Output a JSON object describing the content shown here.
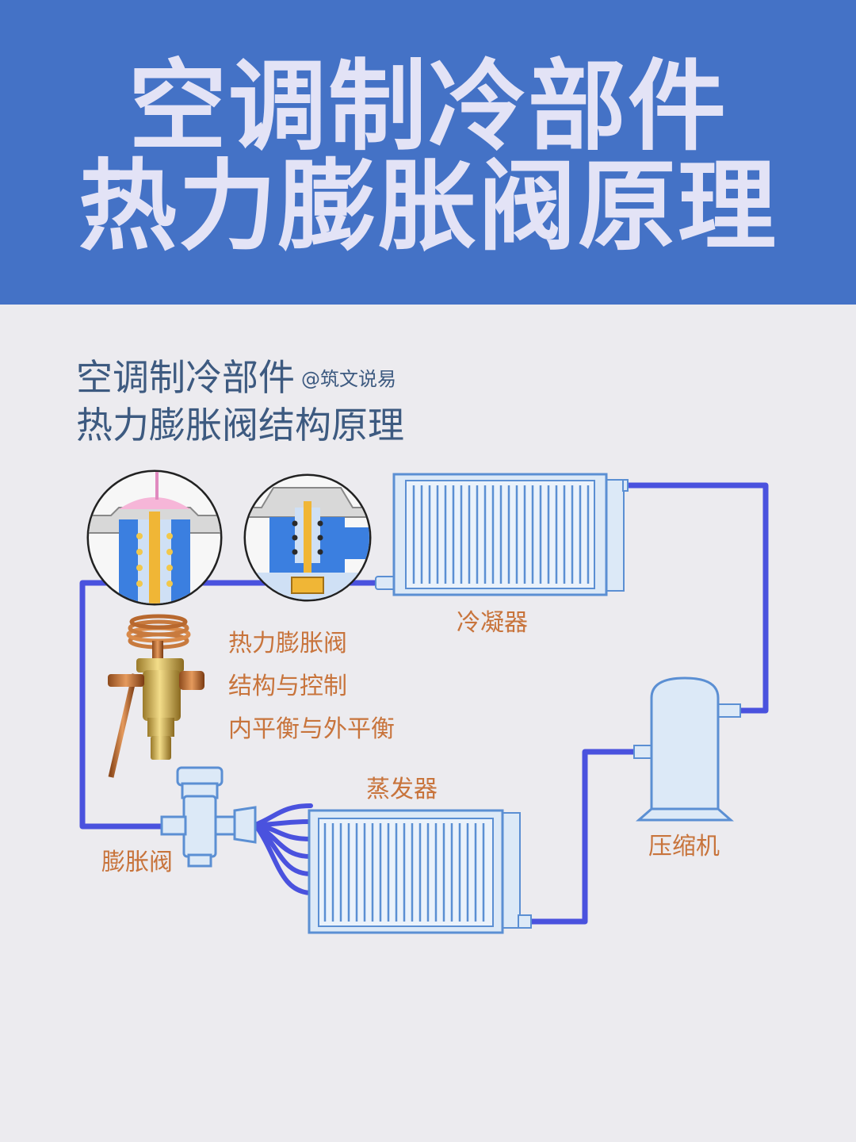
{
  "banner": {
    "line1": "空调制冷部件",
    "line2": "热力膨胀阀原理"
  },
  "subtitle": {
    "line1": "空调制冷部件",
    "credit": "@筑文说易",
    "line2": "热力膨胀阀结构原理"
  },
  "labels": {
    "condenser": "冷凝器",
    "evaporator": "蒸发器",
    "compressor": "压缩机",
    "expansion_valve": "膨胀阀"
  },
  "info_list": [
    "热力膨胀阀",
    "结构与控制",
    "内平衡与外平衡"
  ],
  "colors": {
    "banner_bg": "#4472c6",
    "banner_text": "#e3e3f6",
    "page_bg": "#ecebef",
    "subtitle_text": "#3d5a80",
    "label_text": "#c8743c",
    "pipe": "#4a52de",
    "component_outline": "#5b8fd3",
    "component_fill": "#dce9f7"
  },
  "icons": [
    "valve-cutaway-icon",
    "valve-section-icon",
    "expansion-valve-photo-icon",
    "compressor-icon",
    "condenser-coil-icon",
    "evaporator-coil-icon"
  ]
}
